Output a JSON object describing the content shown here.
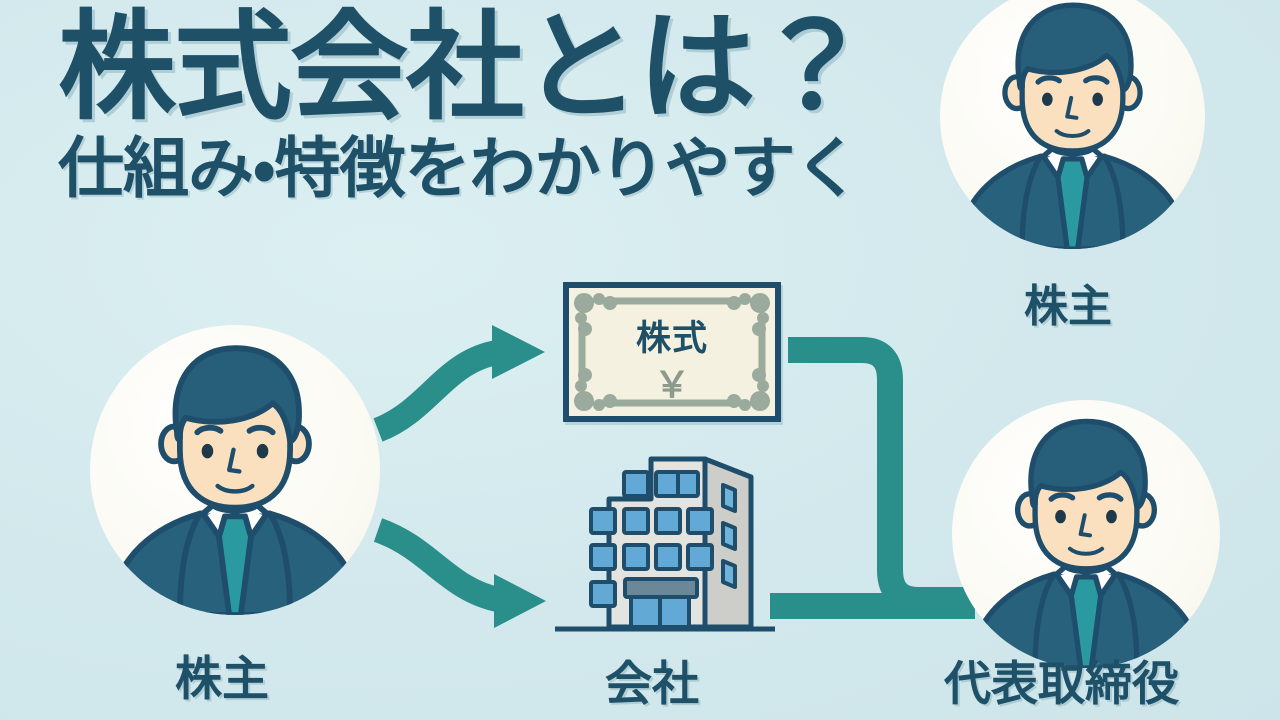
{
  "page": {
    "background_color": "#d4eaee",
    "ink_color": "#1e5068",
    "accent_teal": "#2a8f8a"
  },
  "headline": {
    "title": "株式会社とは？",
    "subtitle": "仕組み・特徴をわかりやすく"
  },
  "diagram": {
    "certificate": {
      "label": "株式",
      "currency_symbol": "￥"
    },
    "nodes": [
      {
        "id": "shareholder-left",
        "caption": "株主"
      },
      {
        "id": "shareholder-top-right",
        "caption": "株主"
      },
      {
        "id": "company",
        "caption": "会社"
      },
      {
        "id": "representative-director",
        "caption": "代表取締役"
      }
    ],
    "connectors": [
      {
        "id": "shareholder-to-certificate",
        "style": "arrow",
        "color": "#2a8f8a"
      },
      {
        "id": "shareholder-to-company",
        "style": "arrow",
        "color": "#2a8f8a"
      },
      {
        "id": "certificate-to-shareholder",
        "style": "elbow",
        "color": "#2a8f8a"
      },
      {
        "id": "company-to-director",
        "style": "line",
        "color": "#2a8f8a"
      }
    ]
  }
}
